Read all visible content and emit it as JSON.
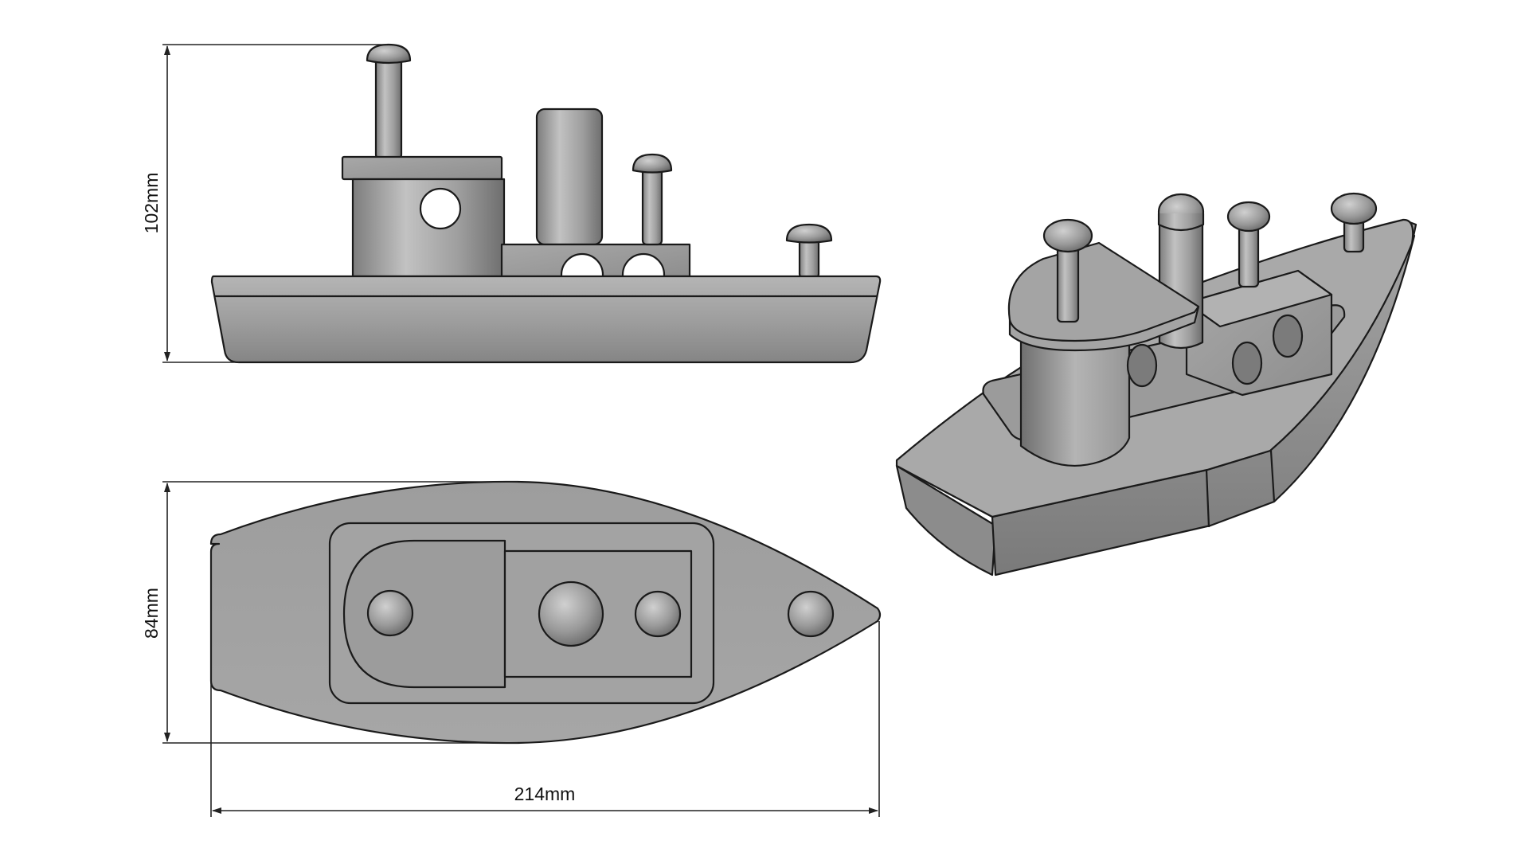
{
  "dimensions": {
    "height": "102mm",
    "width": "214mm",
    "depth": "84mm"
  },
  "colors": {
    "body": "#9a9a9a",
    "body_light": "#bcbcbc",
    "body_dark": "#6a6a6a",
    "edge": "#1a1a1a",
    "dimension_line": "#222222",
    "background": "#ffffff"
  }
}
